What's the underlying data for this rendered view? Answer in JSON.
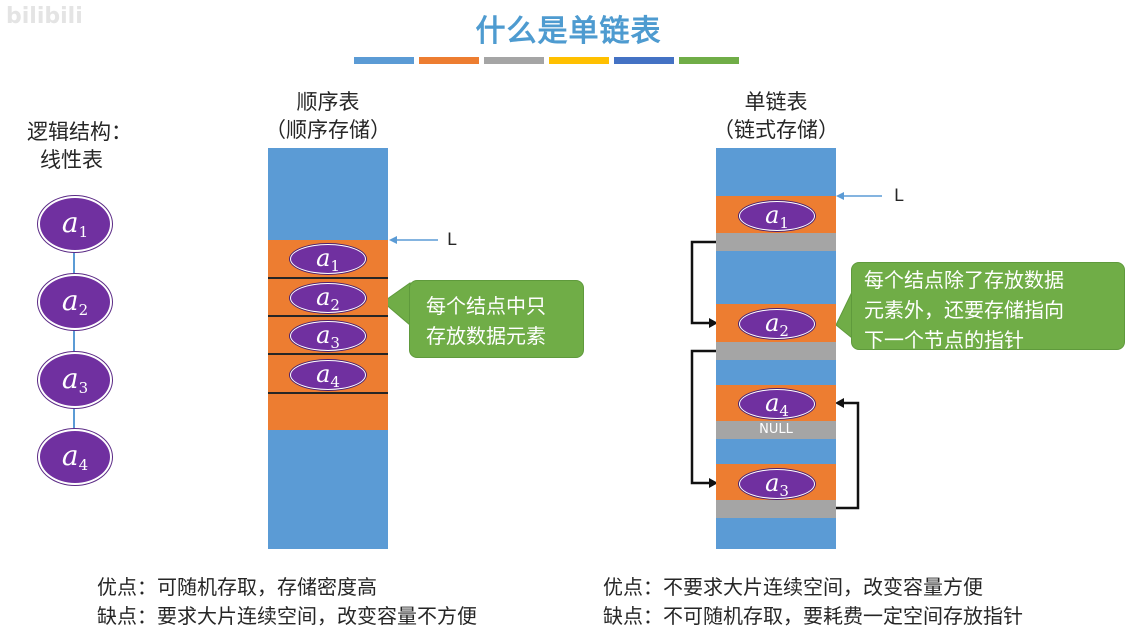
{
  "watermark": "bilibili",
  "title": "什么是单链表",
  "color_bar": [
    "#5b9bd5",
    "#ed7d31",
    "#a5a5a5",
    "#ffc000",
    "#4472c4",
    "#70ad47"
  ],
  "logic": {
    "line1": "逻辑结构：",
    "line2": "线性表"
  },
  "nodes": [
    {
      "letter": "a",
      "sub": "1"
    },
    {
      "letter": "a",
      "sub": "2"
    },
    {
      "letter": "a",
      "sub": "3"
    },
    {
      "letter": "a",
      "sub": "4"
    }
  ],
  "sequential": {
    "title": "顺序表",
    "subtitle": "（顺序存储）",
    "pointer_label": "L",
    "callout": [
      "每个结点中只",
      "存放数据元素"
    ],
    "pros": "优点：可随机存取，存储密度高",
    "cons": "缺点：要求大片连续空间，改变容量不方便"
  },
  "linked": {
    "title": "单链表",
    "subtitle": "（链式存储）",
    "pointer_label": "L",
    "null_label": "NULL",
    "callout": [
      "每个结点除了存放数据",
      "元素外，还要存储指向",
      "下一个节点的指针"
    ],
    "pros": "优点：不要求大片连续空间，改变容量方便",
    "cons": "缺点：不可随机存取，要耗费一定空间存放指针"
  },
  "colors": {
    "title": "#4e9bd0",
    "memory": "#5b9bd5",
    "data_cell": "#ed7d31",
    "pointer_cell": "#a5a5a5",
    "element": "#7030a0",
    "callout": "#70ad47"
  }
}
